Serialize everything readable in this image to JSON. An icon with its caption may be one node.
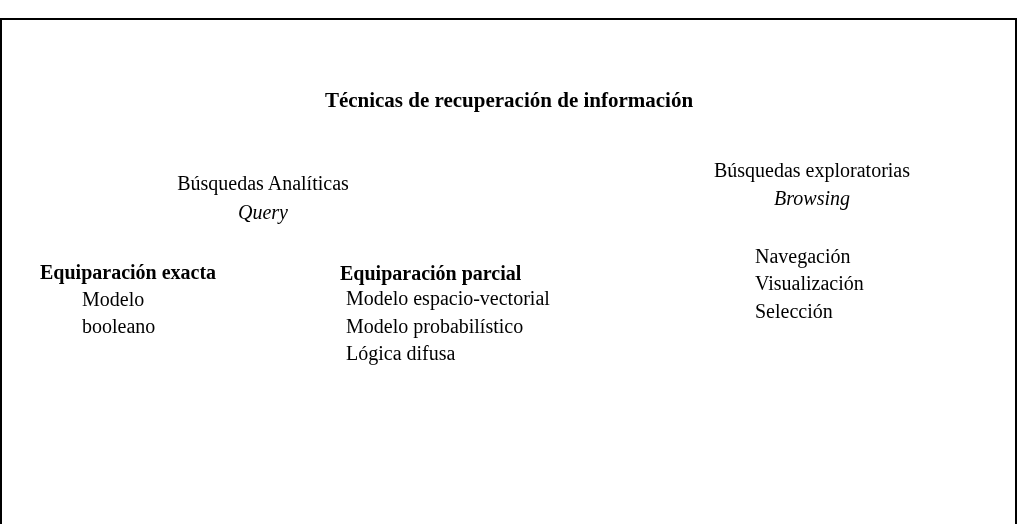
{
  "diagram": {
    "title": "Técnicas de recuperación de información",
    "labels": [
      "Búsquedas Analíticas",
      "Query",
      "Búsquedas exploratorias",
      "Browsing",
      "Equiparación exacta",
      "Modelo booleano",
      "Equiparación parcial",
      "Modelo espacio-vectorial",
      "Modelo probabilístico",
      "Lógica difusa",
      "Navegación",
      "Visualización",
      "Selección"
    ]
  }
}
